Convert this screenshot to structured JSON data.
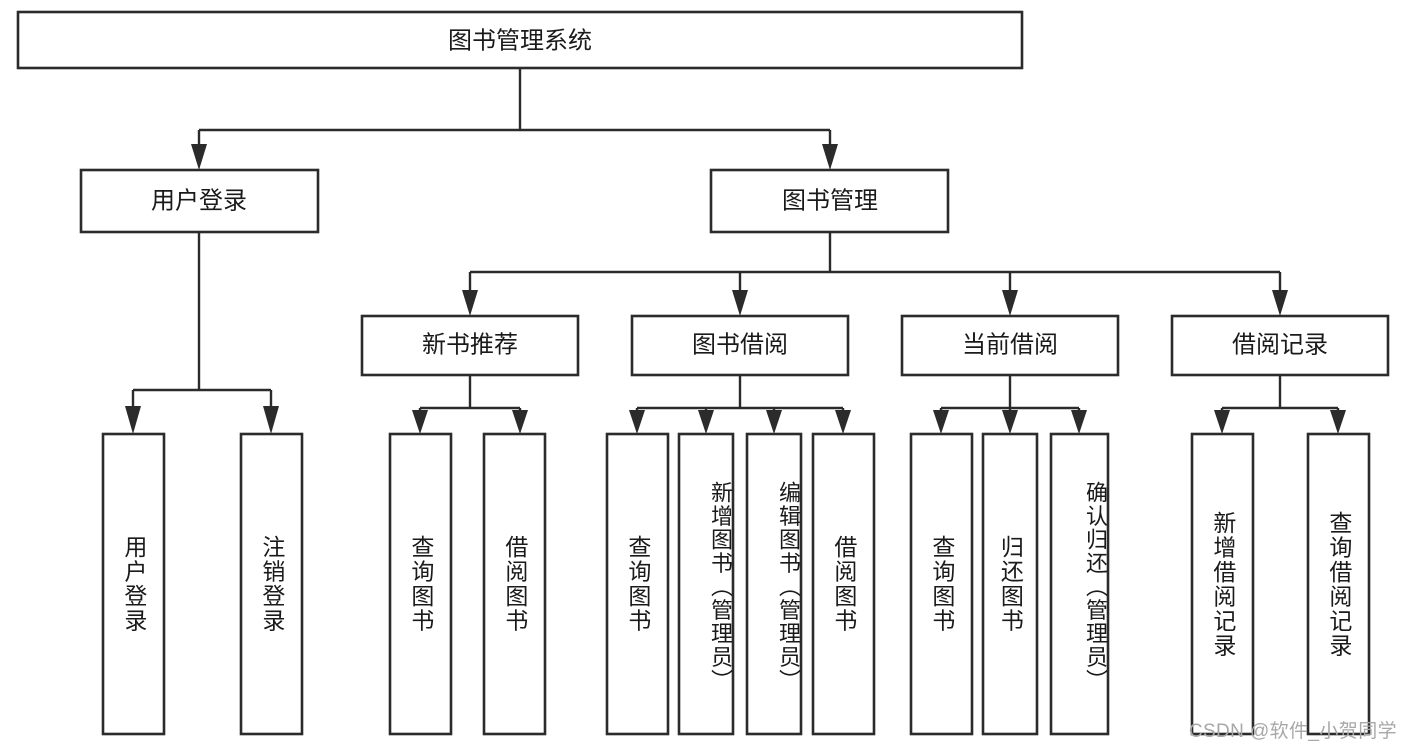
{
  "diagram": {
    "title": "图书管理系统",
    "type": "tree-hierarchy-flowchart",
    "colors": {
      "stroke": "#2b2b2b",
      "fill": "#ffffff",
      "text": "#1a1a1a",
      "watermark": "#a8a8a8"
    },
    "levels": {
      "root": {
        "label": "图书管理系统"
      },
      "level2": [
        {
          "id": "user-login",
          "label": "用户登录"
        },
        {
          "id": "book-management",
          "label": "图书管理"
        }
      ],
      "level3": [
        {
          "id": "new-book-recommend",
          "label": "新书推荐",
          "parent": "book-management"
        },
        {
          "id": "book-borrow",
          "label": "图书借阅",
          "parent": "book-management"
        },
        {
          "id": "current-borrow",
          "label": "当前借阅",
          "parent": "book-management"
        },
        {
          "id": "borrow-record",
          "label": "借阅记录",
          "parent": "book-management"
        }
      ],
      "leaves": [
        {
          "id": "leaf-user-login",
          "label": "用户登录",
          "parent": "user-login"
        },
        {
          "id": "leaf-logout-login",
          "label": "注销登录",
          "parent": "user-login"
        },
        {
          "id": "leaf-query-book-1",
          "label": "查询图书",
          "parent": "new-book-recommend"
        },
        {
          "id": "leaf-borrow-book-1",
          "label": "借阅图书",
          "parent": "new-book-recommend"
        },
        {
          "id": "leaf-query-book-2",
          "label": "查询图书",
          "parent": "book-borrow"
        },
        {
          "id": "leaf-add-book-admin",
          "label": "新增图书（管理员）",
          "parent": "book-borrow"
        },
        {
          "id": "leaf-edit-book-admin",
          "label": "编辑图书（管理员）",
          "parent": "book-borrow"
        },
        {
          "id": "leaf-borrow-book-2",
          "label": "借阅图书",
          "parent": "book-borrow"
        },
        {
          "id": "leaf-query-book-3",
          "label": "查询图书",
          "parent": "current-borrow"
        },
        {
          "id": "leaf-return-book",
          "label": "归还图书",
          "parent": "current-borrow"
        },
        {
          "id": "leaf-confirm-return-admin",
          "label": "确认归还（管理员）",
          "parent": "current-borrow"
        },
        {
          "id": "leaf-add-borrow-record",
          "label": "新增借阅记录",
          "parent": "borrow-record"
        },
        {
          "id": "leaf-query-borrow-record",
          "label": "查询借阅记录",
          "parent": "borrow-record"
        }
      ]
    },
    "watermark": "CSDN @软件_小贺同学"
  }
}
